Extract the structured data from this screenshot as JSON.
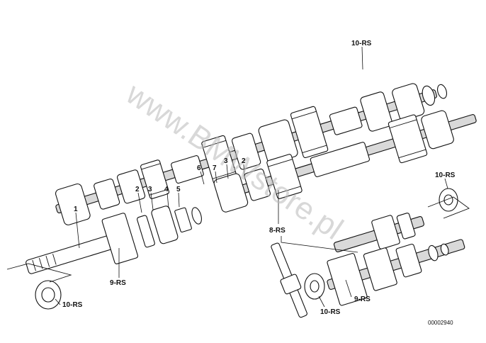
{
  "labels": {
    "p1": "1",
    "p2a": "2",
    "p3a": "3",
    "p4": "4",
    "p5": "5",
    "p6": "6",
    "p7": "7",
    "p3b": "3",
    "p2b": "2",
    "p8": "8",
    "p9a": "9",
    "p9b": "9",
    "p10a": "10",
    "p10b": "10",
    "p10c": "10",
    "p10d": "10",
    "suffix": "-RS"
  },
  "watermark": "www.BMWstore.pl",
  "diagram_code": "00002940",
  "colors": {
    "line": "#111111",
    "fill": "#ffffff",
    "watermark": "#b9b9b9"
  }
}
